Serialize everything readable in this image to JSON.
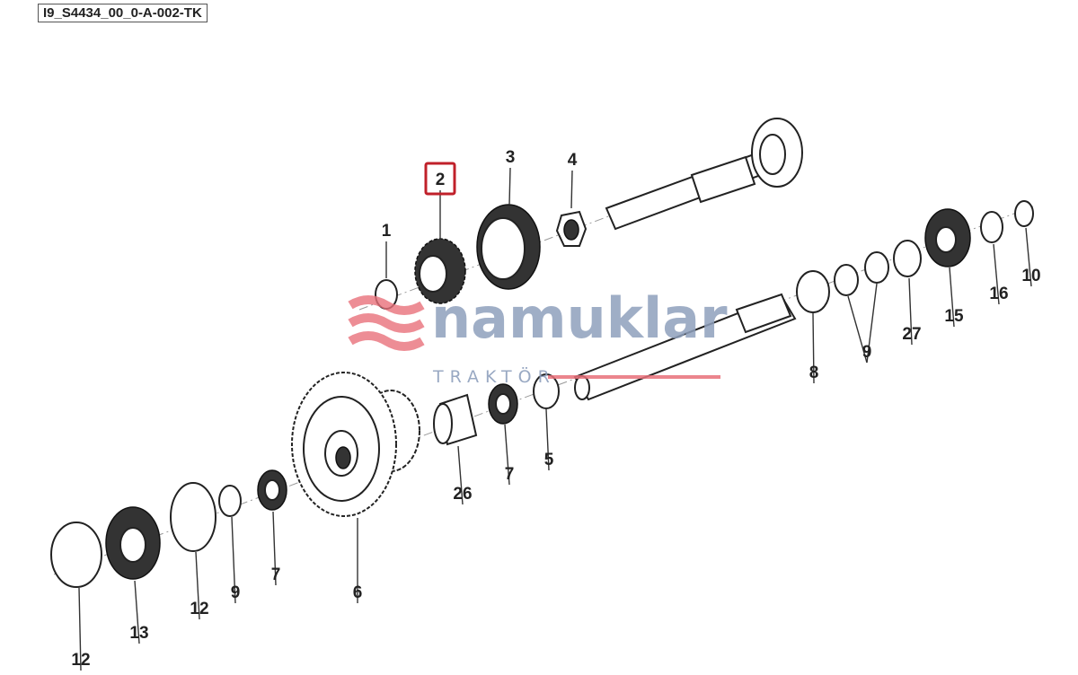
{
  "diagram_id": "I9_S4434_00_0-A-002-TK",
  "highlighted_callout": "2",
  "highlight_color": "#c0202a",
  "callouts": [
    "1",
    "2",
    "3",
    "4",
    "10",
    "16",
    "15",
    "27",
    "9",
    "8",
    "5",
    "7",
    "26",
    "6",
    "7",
    "9",
    "12",
    "13",
    "12"
  ],
  "watermark": {
    "brand": "namuklar",
    "sub": "TRAKTÖR",
    "brand_color": "#8fa0bd",
    "accent_color": "#e8707a"
  }
}
